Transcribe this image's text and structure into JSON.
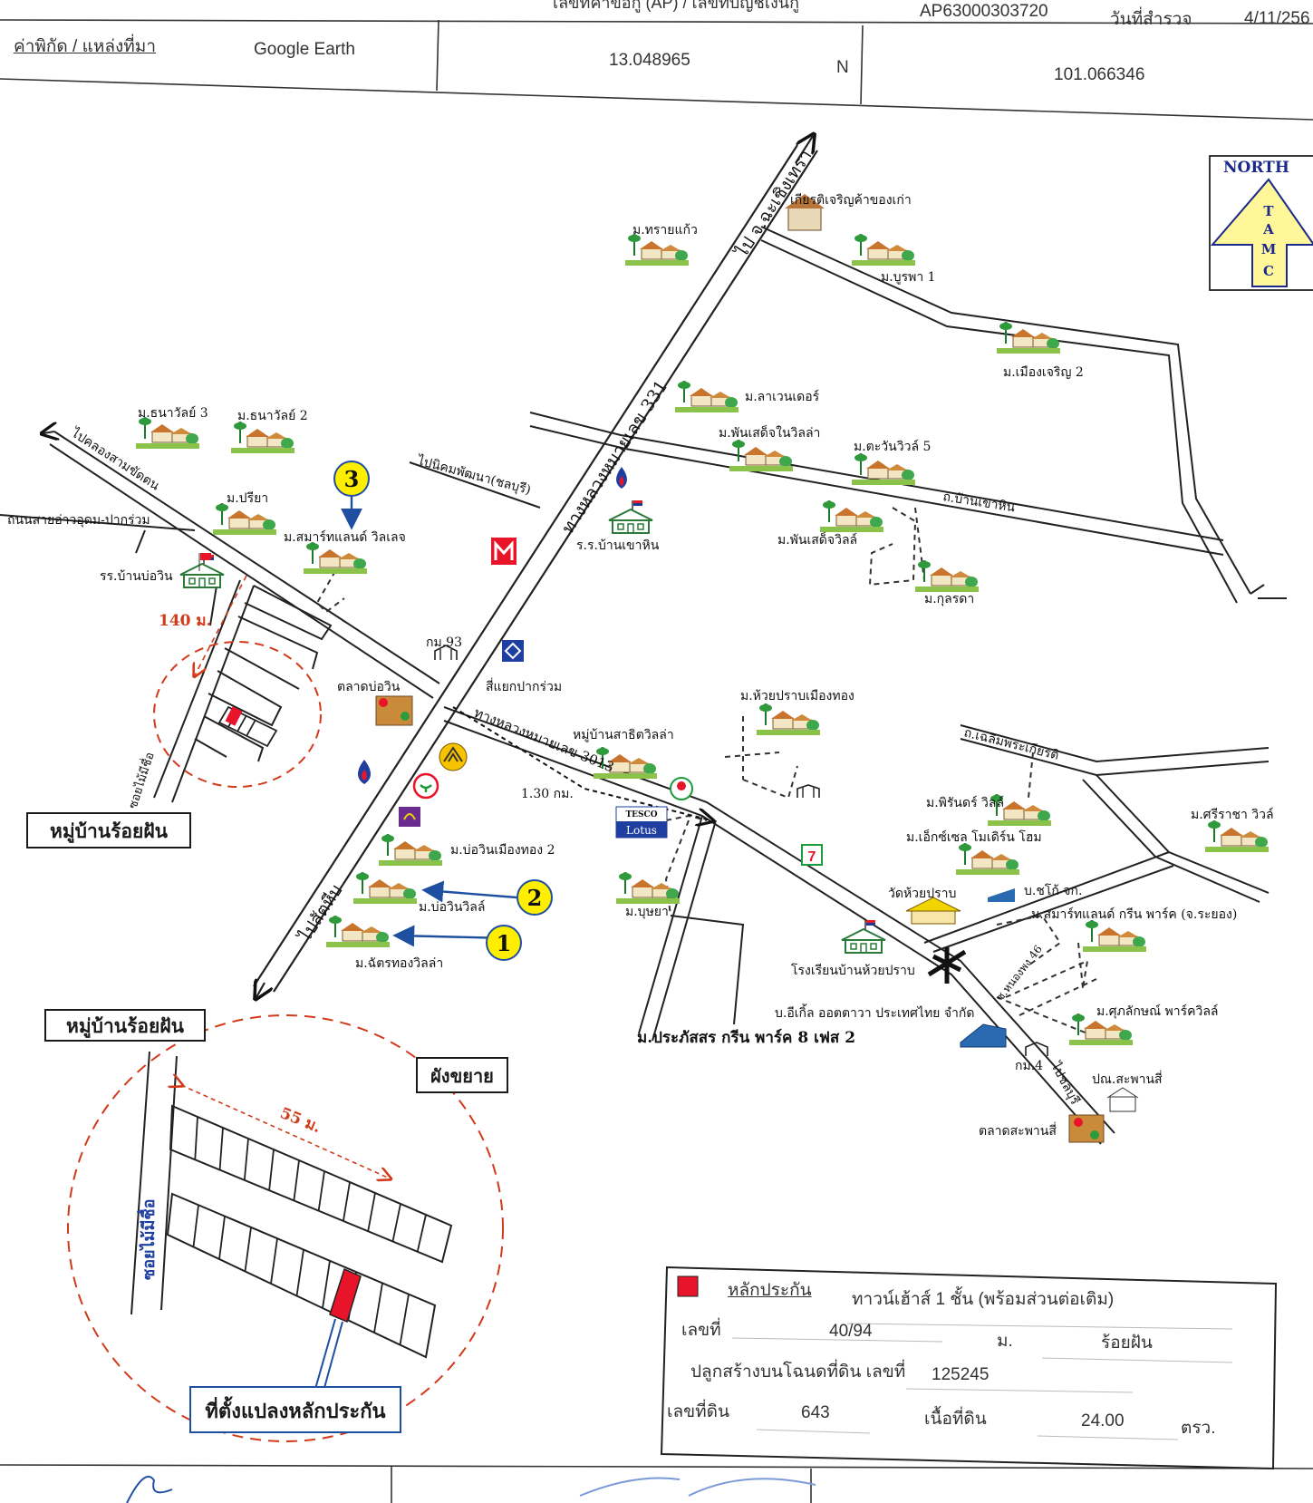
{
  "header": {
    "top_cut_label": "เลขที่คำขอกู้ (AP) / เลขที่บัญชีเงินกู้",
    "ap_number": "AP63000303720",
    "survey_date_label": "วันที่สำรวจ",
    "survey_date": "4/11/256",
    "coord_source_label": "ค่าพิกัด / แหล่งที่มา",
    "coord_source": "Google Earth",
    "latitude": "13.048965",
    "lat_hemisphere": "N",
    "longitude": "101.066346"
  },
  "north_sign": {
    "title": "NORTH",
    "letters": [
      "T",
      "A",
      "M",
      "C"
    ]
  },
  "roads": {
    "hwy331": "ทางหลวงหมายเลข 331",
    "to_chachoengsao": "ไป จ.ฉะเชิงเทรา",
    "to_sattahip": "ไปสัตหีบ",
    "hwy3013": "ทางหลวงหมายเลข 3013",
    "to_ban_khlong": "ไปคลองสามขัดตน",
    "ban_aoudom_road": "ถนนสายอ่าวอุดม-ปากร่วม",
    "to_nikhom": "ไปนิคมพัฒนา(ชลบุรี)",
    "ban_khao_hin_road": "ถ.บ้านเขาหิน",
    "chaloem_road": "ถ.เฉลิมพระเกียรติ",
    "soi_mai_choe": "ซอยไม้มีชื่อ",
    "soi_mai_choe_zoom": "ซอยไม้มีชื่อ",
    "soi_46": "ซ.หนองพง 46",
    "to_chon_nai": "ไปชลบุรี"
  },
  "places": {
    "m_sai_kaew": "ม.ทรายแก้ว",
    "kiat_store": "เกียรติเจริญค้าของเก่า",
    "m_burapha1": "ม.บูรพา 1",
    "m_mueang_charoen2": "ม.เมืองเจริญ 2",
    "m_lavender": "ม.ลาเวนเดอร์",
    "m_thanawan3": "ม.ธนาวัลย์ 3",
    "m_thanawan2": "ม.ธนาวัลย์ 2",
    "m_priya": "ม.ปรียา",
    "m_smart_land": "ม.สมาร์ทแลนด์ วิลเลจ",
    "school_bo_win": "รร.บ้านบ่อวิน",
    "dist_140": "140 ม.",
    "m_phan_villa": "ม.พันเสด็จในวิลล่า",
    "m_tawan5": "ม.ตะวันวิวล์ 5",
    "school_khao_hin": "ร.ร.บ้านเขาหิน",
    "m_phan_villa2": "ม.พันเสด็จวิลล์",
    "m_kunsada": "ม.กุลรดา",
    "km93": "กม.93",
    "bo_win_market": "ตลาดบ่อวิน",
    "pak_ruam_junction": "สี่แยกปากร่วม",
    "m_huai_prap": "ม.ห้วยปราบเมืองทอง",
    "m_sathit_villa": "หมู่บ้านสาธิตวิลล่า",
    "km130": "1.30 กม.",
    "tesco_lotus": "TESCO Lotus",
    "m_bo_win_mueang_thong2": "ม.บ่อวินเมืองทอง 2",
    "m_bo_win_ville": "ม.บ่อวินวิลล์",
    "m_chat_thong": "ม.ฉัตรทองวิลล่า",
    "m_butsaya": "ม.บุษยา",
    "m_phirun": "ม.พิรันดร์ วิลล์",
    "m_excel": "ม.เอ็กซ์เซล โมเดิร์น โฮม",
    "m_sriracha": "ม.ศรีราชา วิวล์",
    "wat_huai_prap": "วัดห้วยปราบ",
    "bko_company": "บ.ชโก้ จก.",
    "m_smart_green": "ม.สมาร์ทแลนด์ กรีน พาร์ค (จ.ระยอง)",
    "school_huai_prap": "โรงเรียนบ้านห้วยปราบ",
    "eagle_company": "บ.อีเกิ้ล ออตตาวา ประเทศไทย จำกัด",
    "m_pruksa_park": "ม.ศุภลักษณ์ พาร์ควิลล์",
    "km4": "กม.4",
    "post_saphan": "ปณ.สะพานสี่",
    "saphan_market": "ตลาดสะพานสี่",
    "m_prakasit": "ม.ประภัสสร กรีน พาร์ค 8 เฟส 2"
  },
  "village_label": "หมู่บ้านร้อยฝัน",
  "village_label_zoom": "หมู่บ้านร้อยฝัน",
  "zoom_label": "ผังขยาย",
  "zoom_dist": "55 ม.",
  "plot_location_label": "ที่ตั้งแปลงหลักประกัน",
  "markers": [
    "1",
    "2",
    "3"
  ],
  "info": {
    "legend_label": "หลักประกัน",
    "property_type": "ทาวน์เฮ้าส์ 1 ชั้น (พร้อมส่วนต่อเติม)",
    "house_no_label": "เลขที่",
    "house_no": "40/94",
    "moo_label": "ม.",
    "village": "ร้อยฝัน",
    "deed_label": "ปลูกสร้างบนโฉนดที่ดิน เลขที่",
    "deed_no": "125245",
    "land_no_label": "เลขที่ดิน",
    "land_no": "643",
    "area_label": "เนื้อที่ดิน",
    "area": "24.00",
    "area_unit": "ตรว."
  },
  "colors": {
    "collateral": "#e8142a",
    "marker_fill": "#ffee00",
    "marker_arrow": "#1f4fa0",
    "distance_red": "#d23a1a",
    "north_fill": "#fff79a",
    "north_text": "#1b2a8a"
  }
}
